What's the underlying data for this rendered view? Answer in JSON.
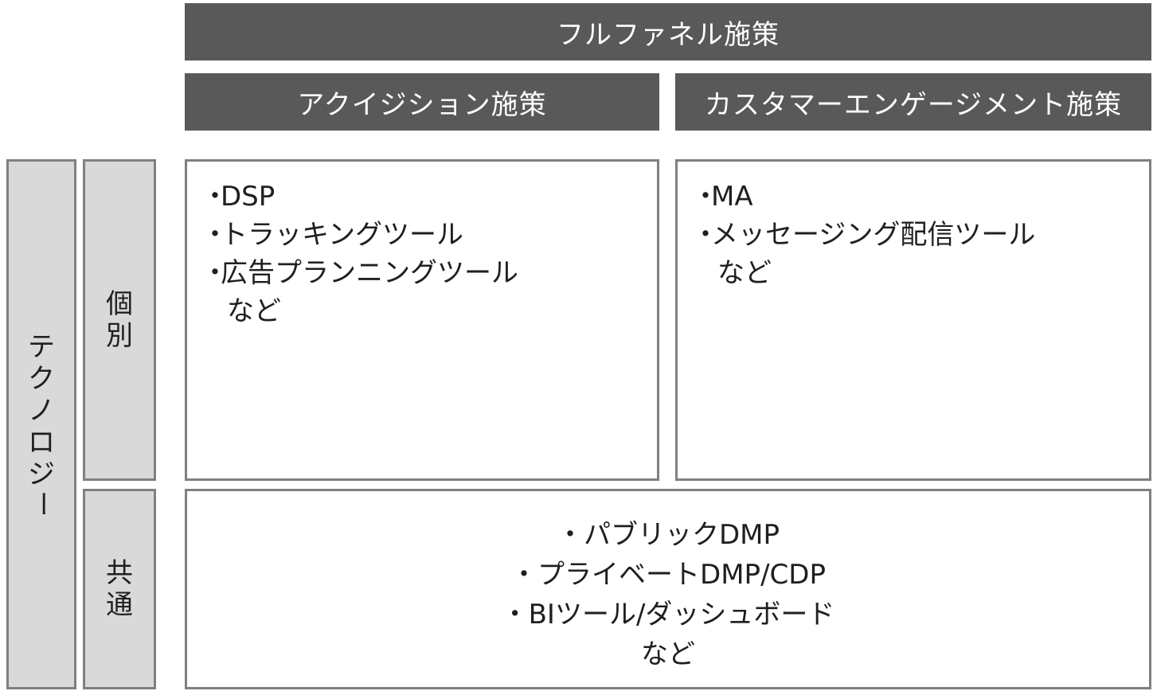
{
  "header_top": "フルファネル施策",
  "header_acquisition": "アクイジション施策",
  "header_engagement": "カスタマーエンゲージメント施策",
  "side_technology": [
    "テ",
    "ク",
    "ノ",
    "ロ",
    "ジ",
    "ー"
  ],
  "side_individual": [
    "個",
    "別"
  ],
  "side_common": [
    "共",
    "通"
  ],
  "acquisition_items": [
    "DSP",
    "トラッキングツール",
    "広告プランニングツール"
  ],
  "acquisition_etc": "など",
  "engagement_items": [
    "MA",
    "メッセージング配信ツール"
  ],
  "engagement_etc": "など",
  "common_items": [
    "パブリックDMP",
    "プライベートDMP/CDP",
    "BIツール/ダッシュボード"
  ],
  "common_etc": "など"
}
